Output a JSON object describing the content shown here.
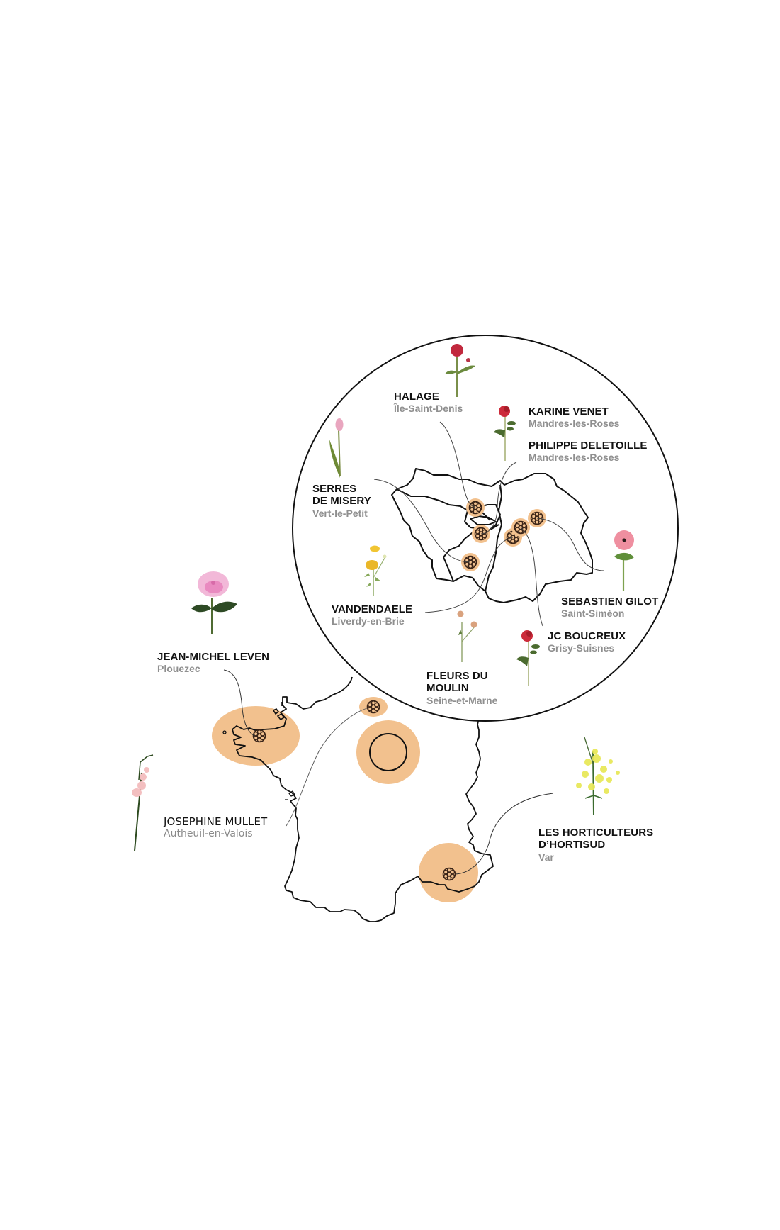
{
  "title": "Producer map of France with Île-de-France inset",
  "colors": {
    "highlight": "#f2c18e",
    "outline": "#111111",
    "place_text": "#8f8f8f",
    "name_text": "#111111"
  },
  "inset": {
    "region": "Île-de-France",
    "producers": [
      {
        "name": "HALAGE",
        "place": "Île-Saint-Denis",
        "flower": "dahlia-red",
        "icon": "dahlia-icon"
      },
      {
        "name": "KARINE VENET",
        "place": "Mandres-les-Roses",
        "flower": "rose-red",
        "icon": "rose-icon"
      },
      {
        "name": "PHILIPPE DELETOILLE",
        "place": "Mandres-les-Roses",
        "flower": "",
        "icon": ""
      },
      {
        "name": "SERRES DE MISERY",
        "name_lines": [
          "SERRES",
          "DE MISERY"
        ],
        "place": "Vert-le-Petit",
        "flower": "tulip-pink",
        "icon": "tulip-icon"
      },
      {
        "name": "VANDENDAELE",
        "place": "Liverdy-en-Brie",
        "flower": "buttercup-yellow",
        "icon": "buttercup-icon"
      },
      {
        "name": "SEBASTIEN GILOT",
        "place": "Saint-Siméon",
        "flower": "anemone-pink",
        "icon": "anemone-icon"
      },
      {
        "name": "JC BOUCREUX",
        "place": "Grisy-Suisnes",
        "flower": "rose-red",
        "icon": "rose-icon"
      },
      {
        "name": "FLEURS DU MOULIN",
        "name_lines": [
          "FLEURS DU",
          "MOULIN"
        ],
        "place": "Seine-et-Marne",
        "flower": "scabiosa-peach",
        "icon": "scabiosa-icon"
      }
    ]
  },
  "france": {
    "producers": [
      {
        "name": "JEAN-MICHEL LEVEN",
        "place": "Plouezec",
        "flower": "peony-pink",
        "icon": "peony-icon"
      },
      {
        "name": "JOSEPHINE MULLET",
        "place": "Autheuil-en-Valois",
        "flower": "gladiolus-pink",
        "icon": "gladiolus-icon"
      },
      {
        "name": "LES HORTICULTEURS D'HORTISUD",
        "name_lines": [
          "LES HORTICULTEURS",
          "D’HORTISUD"
        ],
        "place": "Var",
        "flower": "mimosa-yellow",
        "icon": "mimosa-icon"
      }
    ]
  },
  "markers": {
    "icon": "flower-marker-icon",
    "paris_marker": "paris-ring-icon"
  }
}
